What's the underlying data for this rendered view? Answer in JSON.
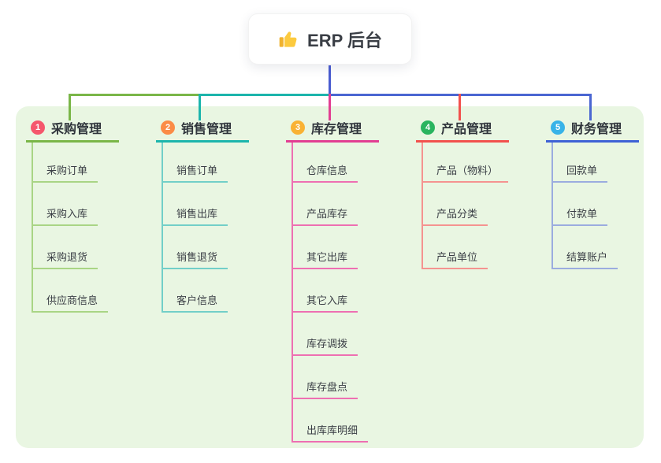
{
  "root": {
    "label": "ERP 后台",
    "icon": "thumbs-up",
    "card_color": "#ffffff",
    "stem_color": "#4a5cd0"
  },
  "canvas": {
    "background_color": "#e9f6e2"
  },
  "branches": [
    {
      "badge": "1",
      "label": "采购管理",
      "line_color": "#7ab648",
      "child_line_color": "#a9d585",
      "badge_color": "#f5576c",
      "children": [
        "采购订单",
        "采购入库",
        "采购退货",
        "供应商信息"
      ]
    },
    {
      "badge": "2",
      "label": "销售管理",
      "line_color": "#1cb5ac",
      "child_line_color": "#72cfc8",
      "badge_color": "#fb8c47",
      "children": [
        "销售订单",
        "销售出库",
        "销售退货",
        "客户信息"
      ]
    },
    {
      "badge": "3",
      "label": "库存管理",
      "line_color": "#e23e92",
      "child_line_color": "#ee6fb2",
      "badge_color": "#f9b234",
      "children": [
        "仓库信息",
        "产品库存",
        "其它出库",
        "其它入库",
        "库存调拨",
        "库存盘点",
        "出库库明细"
      ]
    },
    {
      "badge": "4",
      "label": "产品管理",
      "line_color": "#f2514d",
      "child_line_color": "#f59390",
      "badge_color": "#2ab45f",
      "children": [
        "产品（物料）",
        "产品分类",
        "产品单位"
      ]
    },
    {
      "badge": "5",
      "label": "财务管理",
      "line_color": "#3e61d5",
      "child_line_color": "#9bacdf",
      "badge_color": "#38b3e8",
      "children": [
        "回款单",
        "付款单",
        "结算账户"
      ]
    }
  ]
}
